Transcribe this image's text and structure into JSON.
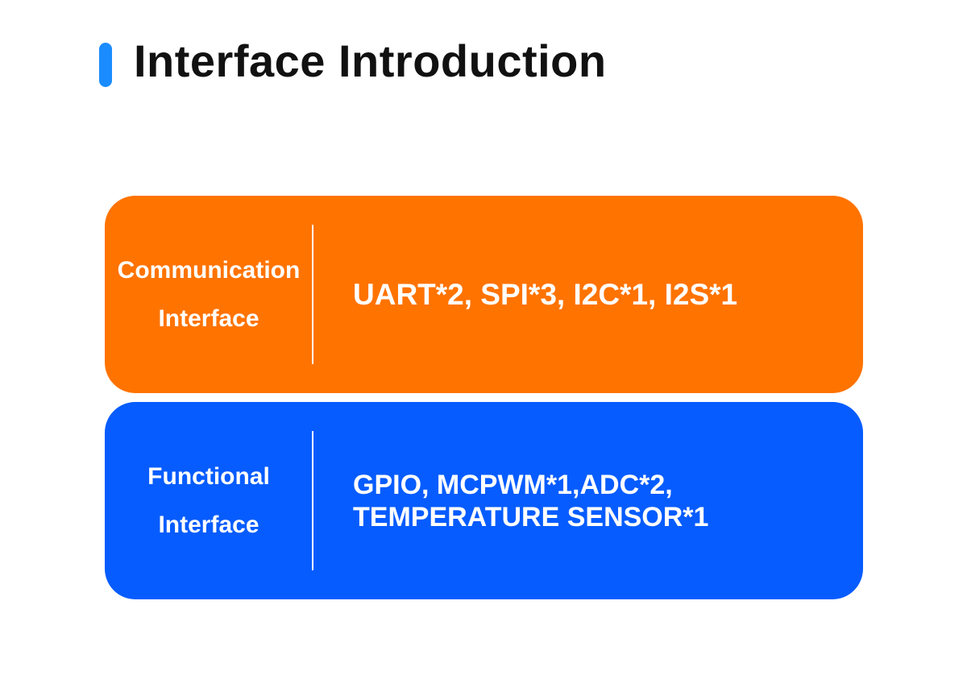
{
  "page": {
    "title": "Interface Introduction",
    "accent_color": "#1a8cff"
  },
  "cards": [
    {
      "label_line1": "Communication",
      "label_line2": "Interface",
      "value_line1": "UART*2, SPI*3, I2C*1, I2S*1",
      "background_color": "#ff7300"
    },
    {
      "label_line1": "Functional",
      "label_line2": "Interface",
      "value_line1": "GPIO, MCPWM*1,ADC*2,",
      "value_line2": "TEMPERATURE SENSOR*1",
      "background_color": "#065cff"
    }
  ]
}
